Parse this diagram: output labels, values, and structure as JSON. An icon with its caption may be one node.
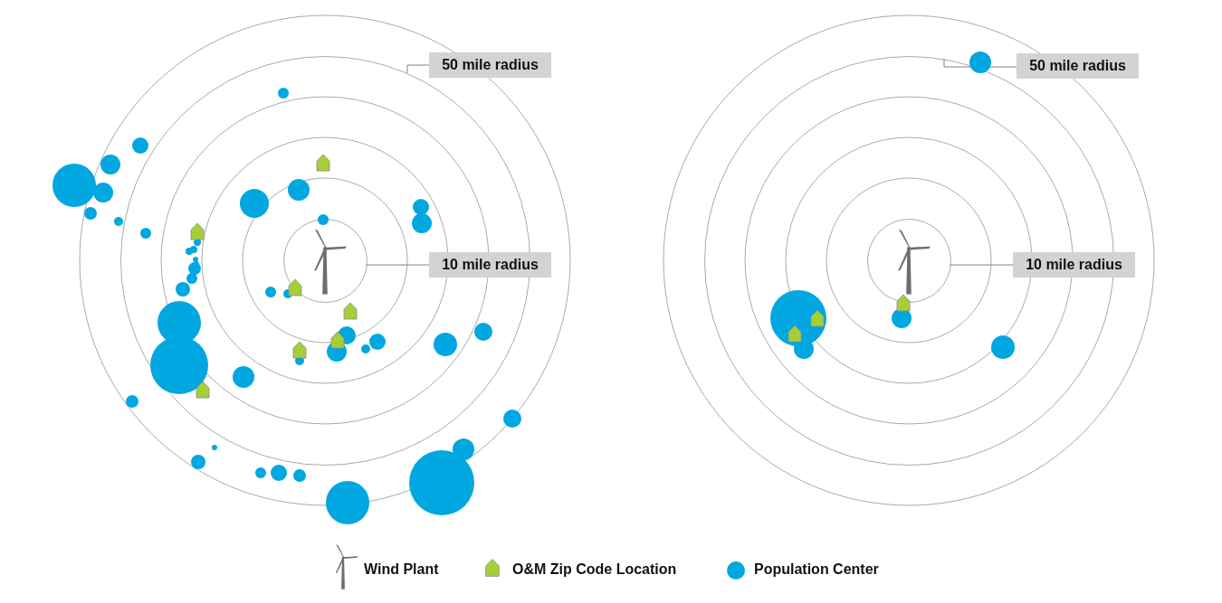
{
  "diagram": {
    "nodes": [
      {
        "text": [
          "50 mile radius"
        ]
      },
      {
        "text": [
          "10 mile radius"
        ]
      },
      {
        "text": [],
        "shape": "circle",
        "in": 3
      },
      {
        "text": [],
        "shape": "circle"
      },
      {
        "text": [
          "50 mile radius"
        ]
      },
      {
        "text": [
          "10 mile radius"
        ]
      },
      {
        "text": [],
        "shape": "circle",
        "in": 7
      },
      {
        "text": [],
        "shape": "circle"
      }
    ],
    "edges": [
      {
        "from": 0,
        "to": 3,
        "arrow": "none"
      },
      {
        "from": 1,
        "to": 2,
        "arrow": "none"
      },
      {
        "from": 4,
        "to": 7,
        "arrow": "none"
      },
      {
        "from": 5,
        "to": 6,
        "arrow": "none"
      }
    ],
    "legend": [
      {
        "text": "Wind Plant"
      },
      {
        "text": "O&M Zip Code Location"
      },
      {
        "text": "Population Center"
      }
    ]
  }
}
